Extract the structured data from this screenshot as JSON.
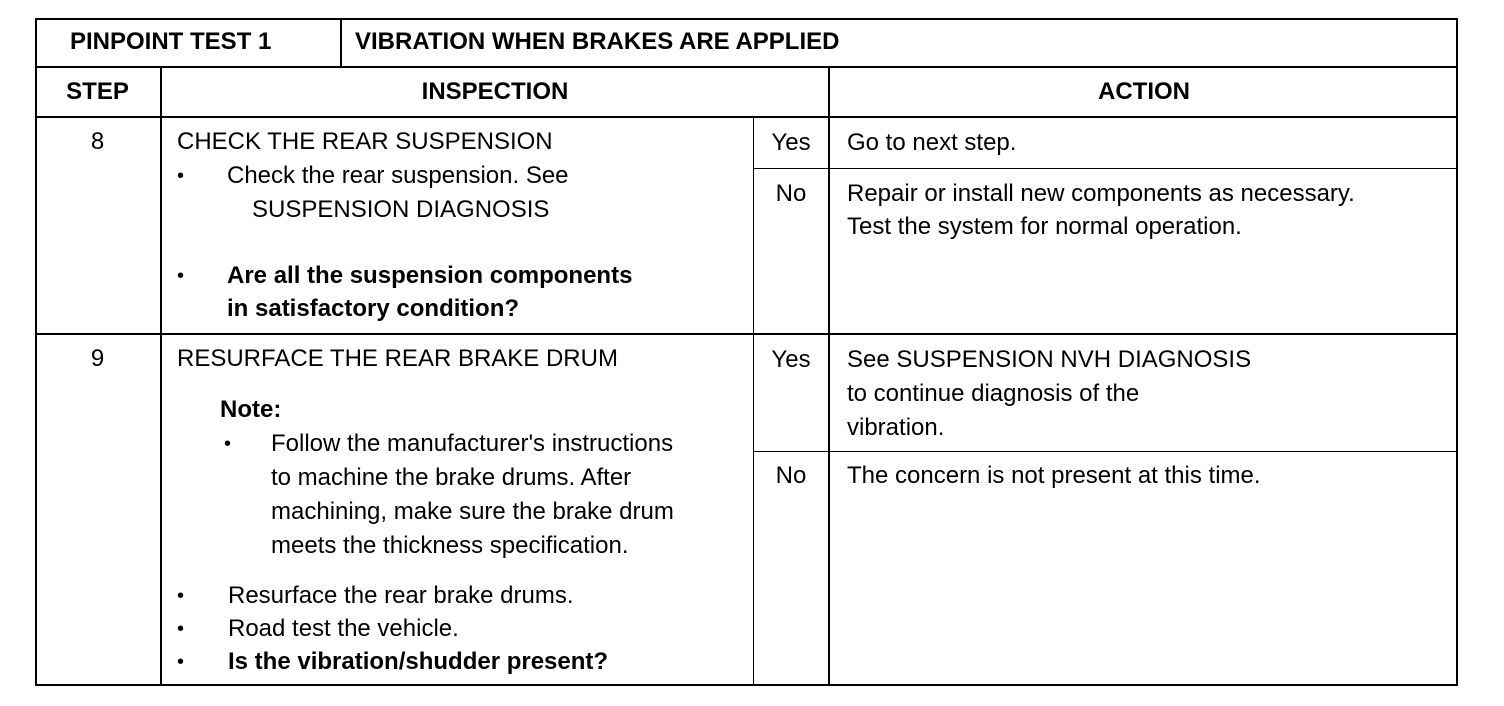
{
  "header": {
    "test_label": "PINPOINT TEST 1",
    "test_title": "VIBRATION WHEN BRAKES ARE APPLIED"
  },
  "columns": {
    "step": "STEP",
    "inspection": "INSPECTION",
    "action": "ACTION"
  },
  "rows": [
    {
      "step": "8",
      "heading": "CHECK THE REAR SUSPENSION",
      "bullets": [
        [
          "Check the rear suspension.  See",
          "SUSPENSION DIAGNOSIS"
        ],
        [
          "Are all the suspension components",
          "in satisfactory condition?"
        ]
      ],
      "answers": [
        {
          "label": "Yes",
          "action": [
            "Go to next step."
          ]
        },
        {
          "label": "No",
          "action": [
            "Repair or install new components as necessary.",
            "Test the system for normal operation."
          ]
        }
      ]
    },
    {
      "step": "9",
      "heading": "RESURFACE THE REAR BRAKE DRUM",
      "note_label": "Note:",
      "note_lines": [
        "Follow the manufacturer's instructions",
        "to machine the brake drums.  After",
        "machining, make sure the brake drum",
        "meets the thickness specification."
      ],
      "bullets": [
        "Resurface the rear brake drums.",
        "Road test the vehicle.",
        "Is the vibration/shudder present?"
      ],
      "answers": [
        {
          "label": "Yes",
          "action": [
            "See SUSPENSION NVH DIAGNOSIS",
            "to continue diagnosis of the",
            "vibration."
          ]
        },
        {
          "label": "No",
          "action": [
            "The concern is not present at this time."
          ]
        }
      ]
    }
  ],
  "bullet_glyph": "•"
}
